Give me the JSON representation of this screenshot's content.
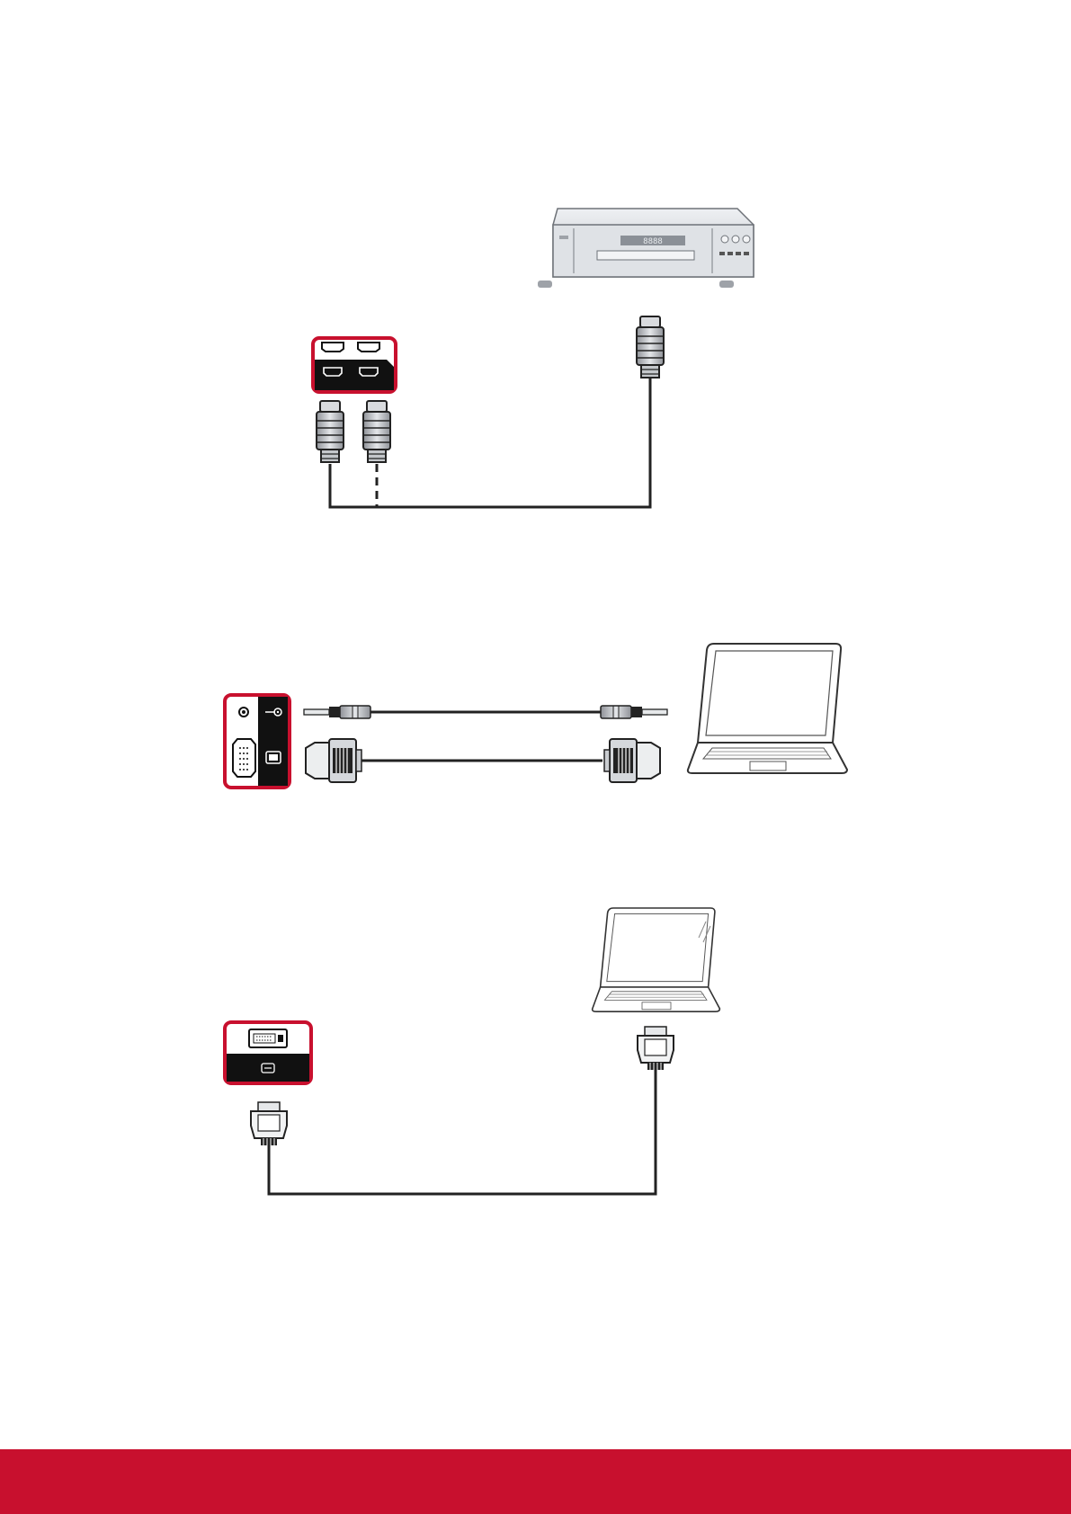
{
  "colors": {
    "accent": "#c8102e",
    "cable": "#222222",
    "panel": "#111111",
    "device_silver": "#d4d7dc",
    "device_outline": "#6e7278"
  },
  "diagrams": [
    {
      "id": "hdmi-connection",
      "source_device": "dvd-player",
      "source_display_text": "8888",
      "panel_ports": [
        "hdmi-port-1",
        "hdmi-port-2"
      ],
      "panel_icons": [
        "hdmi-port-icon",
        "hdmi-port-icon",
        "hdmi-port-icon",
        "hdmi-port-icon"
      ],
      "cables": [
        "hdmi-cable-solid",
        "hdmi-cable-dashed-alternate"
      ]
    },
    {
      "id": "vga-audio-connection",
      "source_device": "laptop",
      "panel_ports": [
        "audio-in-jack",
        "vga-port"
      ],
      "panel_icons": [
        "audio-in-icon",
        "vga-icon"
      ],
      "cables": [
        "audio-cable-3-5mm",
        "vga-cable"
      ]
    },
    {
      "id": "dvi-connection",
      "source_device": "laptop",
      "panel_ports": [
        "dvi-port"
      ],
      "panel_icons": [
        "dvi-icon"
      ],
      "cables": [
        "dvi-cable"
      ]
    }
  ]
}
